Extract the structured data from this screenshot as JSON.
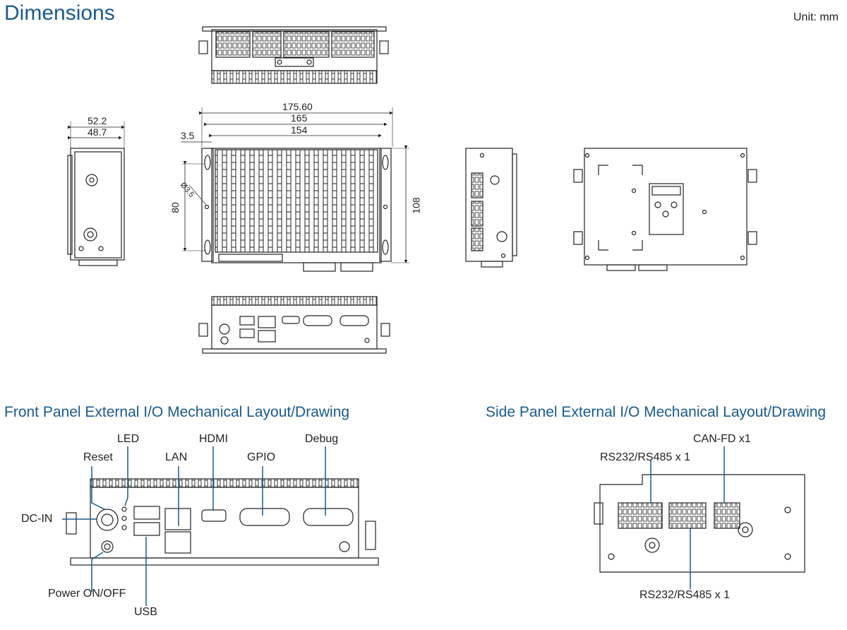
{
  "header": {
    "title": "Dimensions",
    "unit_label": "Unit: mm"
  },
  "dimensions": {
    "side_outer_width": "52.2",
    "side_inner_width": "48.7",
    "top_overall_width": "175.60",
    "top_bracket_width": "165",
    "top_body_width": "154",
    "bracket_offset": "3.5",
    "hole_diameter": "Ø3.5",
    "hole_spacing_height": "80",
    "overall_height": "108"
  },
  "front_panel": {
    "heading": "Front Panel External I/O Mechanical Layout/Drawing",
    "callouts": {
      "led": "LED",
      "hdmi": "HDMI",
      "reset": "Reset",
      "lan": "LAN",
      "gpio": "GPIO",
      "debug": "Debug",
      "dc_in": "DC-IN",
      "power": "Power ON/OFF",
      "usb": "USB"
    }
  },
  "side_panel": {
    "heading": "Side Panel External I/O Mechanical Layout/Drawing",
    "callouts": {
      "can_fd": "CAN-FD x1",
      "com1": "RS232/RS485 x 1",
      "com2": "RS232/RS485 x 1"
    }
  },
  "colors": {
    "heading": "#1a5a8e",
    "callout_line": "#1a5a8e",
    "drawing_line": "#222222"
  }
}
